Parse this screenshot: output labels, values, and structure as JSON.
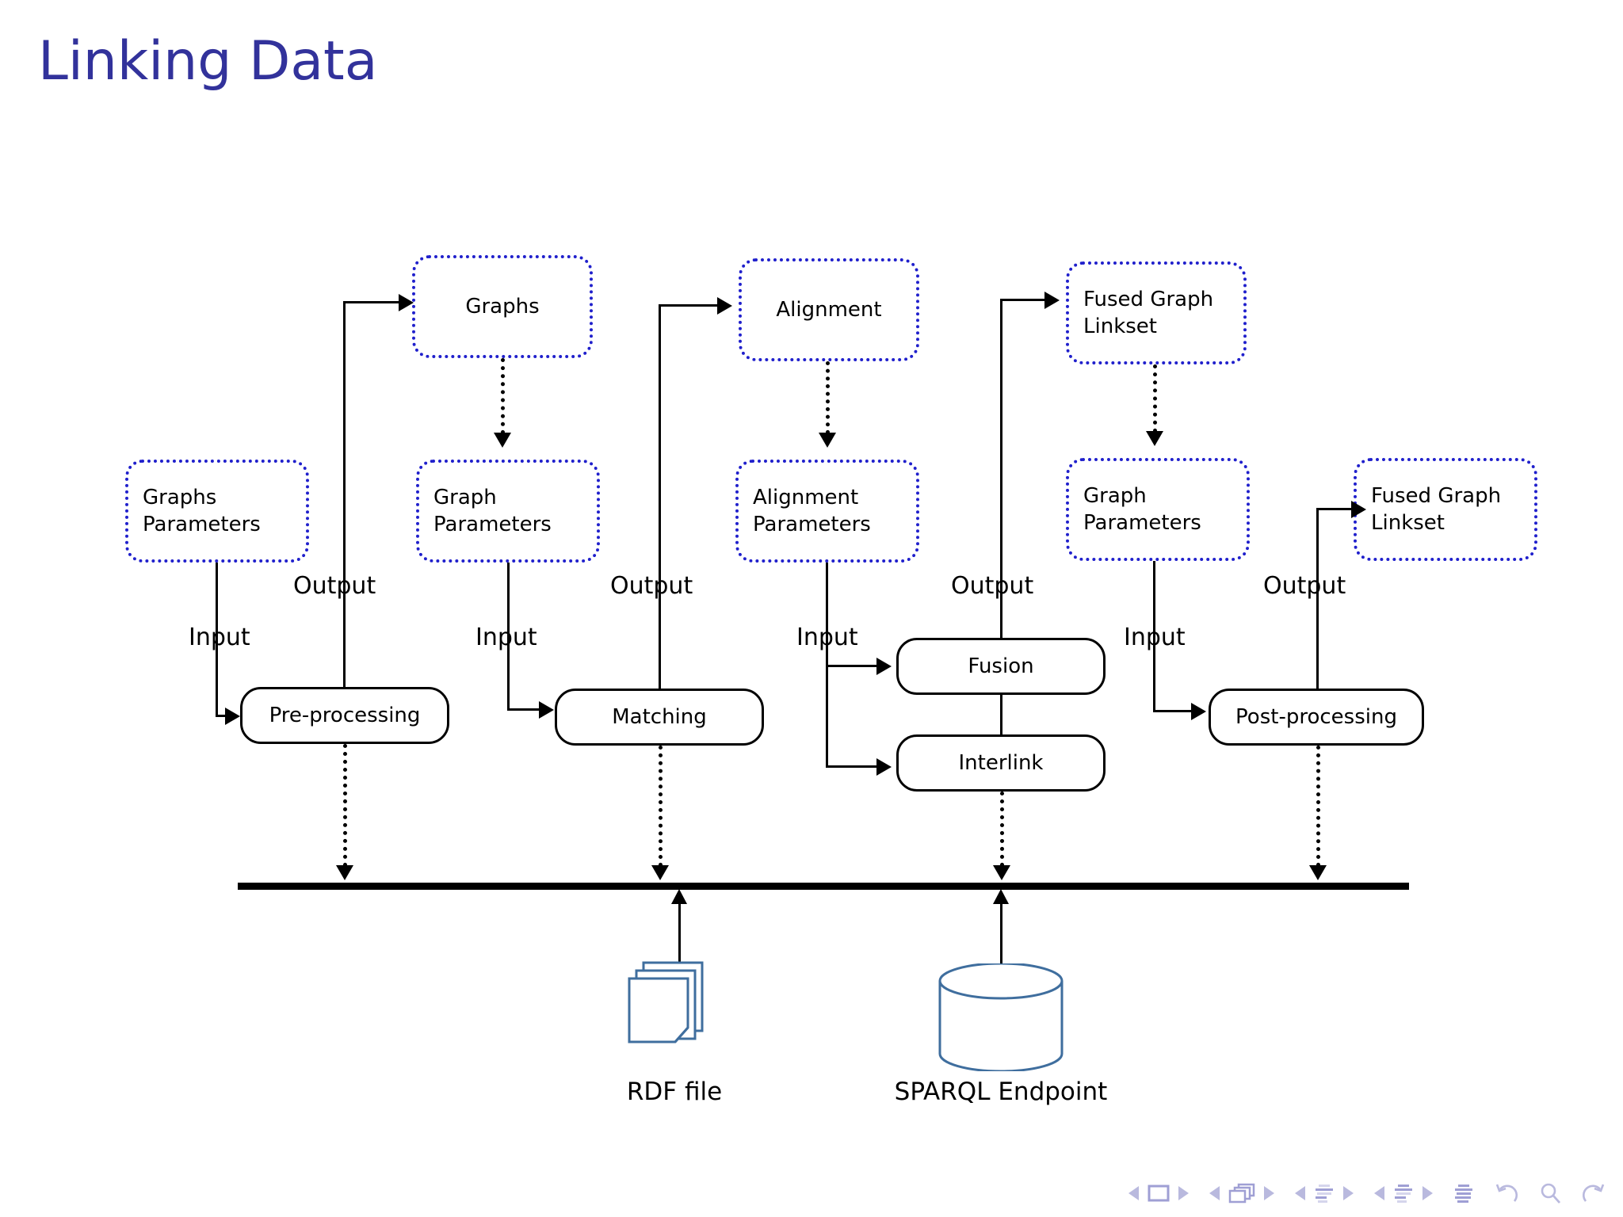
{
  "slide": {
    "title": "Linking Data",
    "title_color": "#32329b",
    "background": "#ffffff"
  },
  "diagram": {
    "data_node_border_color": "#2020cc",
    "process_node_border_color": "#000000",
    "store_icon_color": "#3f6e9e",
    "top_data_nodes": [
      {
        "id": "graphs",
        "label": "Graphs"
      },
      {
        "id": "alignment",
        "label": "Alignment"
      },
      {
        "id": "fused-graph-linkset",
        "label": "Fused Graph\nLinkset"
      }
    ],
    "param_nodes": [
      {
        "id": "graphs-parameters",
        "line1": "Graphs",
        "line2": "Parameters"
      },
      {
        "id": "graph-parameters",
        "line1": "Graph",
        "line2": "Parameters"
      },
      {
        "id": "alignment-parameters",
        "line1": "Alignment",
        "line2": "Parameters"
      },
      {
        "id": "graph-parameters-2",
        "line1": "Graph",
        "line2": "Parameters"
      },
      {
        "id": "fused-graph-linkset-out",
        "line1": "Fused Graph",
        "line2": "Linkset"
      }
    ],
    "process_nodes": [
      {
        "id": "pre-processing",
        "label": "Pre-processing"
      },
      {
        "id": "matching",
        "label": "Matching"
      },
      {
        "id": "fusion",
        "label": "Fusion"
      },
      {
        "id": "interlink",
        "label": "Interlink"
      },
      {
        "id": "post-processing",
        "label": "Post-processing"
      }
    ],
    "edge_labels": {
      "input": "Input",
      "output": "Output"
    },
    "stages": [
      {
        "input_label": "Input",
        "output_label": "Output"
      },
      {
        "input_label": "Input",
        "output_label": "Output"
      },
      {
        "input_label": "Input",
        "output_label": "Output"
      },
      {
        "input_label": "Input",
        "output_label": "Output"
      }
    ],
    "stores": [
      {
        "id": "rdf-file",
        "caption": "RDF file",
        "icon": "documents-stack-icon"
      },
      {
        "id": "sparql-endpoint",
        "caption": "SPARQL Endpoint",
        "icon": "database-cylinder-icon"
      }
    ]
  },
  "navbar": {
    "color": "#b9b9de",
    "groups": [
      {
        "id": "slide-nav",
        "prev": "prev-slide-icon",
        "icon": "slide-icon",
        "next": "next-slide-icon"
      },
      {
        "id": "frame-nav",
        "prev": "prev-frame-icon",
        "icon": "frames-icon",
        "next": "next-frame-icon"
      },
      {
        "id": "subsection-nav",
        "prev": "prev-subsection-icon",
        "icon": "subsection-icon",
        "next": "next-subsection-icon"
      },
      {
        "id": "section-nav",
        "prev": "prev-section-icon",
        "icon": "section-icon",
        "next": "next-section-icon"
      },
      {
        "id": "presentation-nav",
        "prev": null,
        "icon": "document-icon",
        "next": null
      },
      {
        "id": "back-nav",
        "prev": null,
        "icon": "undo-icon",
        "next": null
      },
      {
        "id": "search-nav",
        "prev": null,
        "icon": "search-icon",
        "next": null
      },
      {
        "id": "forward-nav",
        "prev": null,
        "icon": "redo-icon",
        "next": null
      }
    ]
  }
}
